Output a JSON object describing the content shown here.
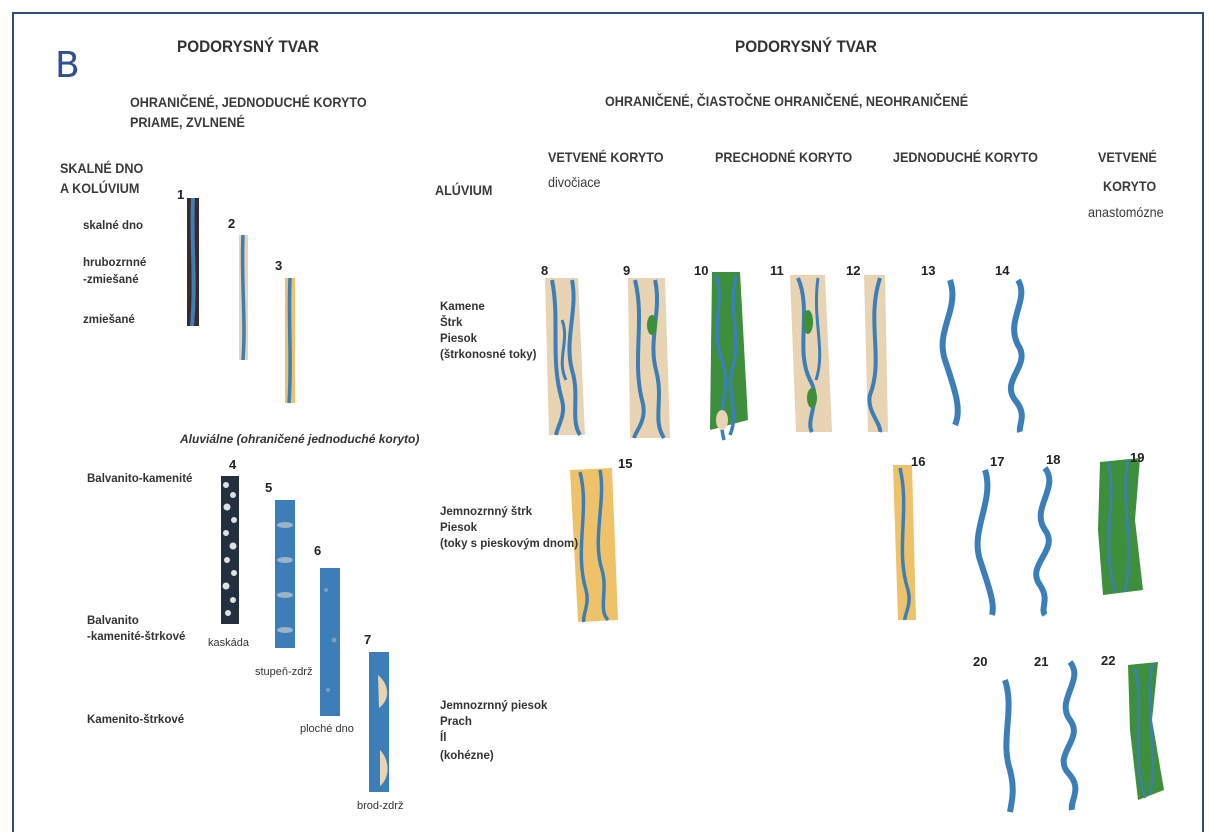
{
  "panel_letter": "B",
  "left": {
    "title": "PODORYSNÝ TVAR",
    "subtitle_line1": "OHRANIČENÉ, JEDNODUCHÉ KORYTO",
    "subtitle_line2": "PRIAME, ZVLNENÉ",
    "row_header_line1": "SKALNÉ DNO",
    "row_header_line2": "A KOLÚVIUM",
    "rows": [
      "skalné dno",
      "hrubozrnné",
      "-zmiešané",
      "zmiešané"
    ],
    "alluvial_caption": "Aluviálne (ohraničené jednoduché koryto)",
    "alluvial_rows": [
      "Balvanito-kamenité",
      "Balvanito",
      "-kamenité-štrkové",
      "Kamenito-štrkové"
    ],
    "channel_labels": [
      "kaskáda",
      "stupeň-zdrž",
      "ploché dno",
      "brod-zdrž"
    ]
  },
  "right": {
    "title": "PODORYSNÝ TVAR",
    "subtitle": "OHRANIČENÉ, ČIASTOČNE OHRANIČENÉ, NEOHRANIČENÉ",
    "alluvium": "ALÚVIUM",
    "col_vetvene": "VETVENÉ KORYTO",
    "col_vetvene_sub": "divočiace",
    "col_prechodne": "PRECHODNÉ KORYTO",
    "col_jednoduche": "JEDNODUCHÉ KORYTO",
    "col_vetvene2_line1": "VETVENÉ",
    "col_vetvene2_line2": "KORYTO",
    "col_vetvene2_sub": "anastomózne",
    "row1": [
      "Kamene",
      "Štrk",
      "Piesok",
      "(štrkonosné toky)"
    ],
    "row2": [
      "Jemnozrnný štrk",
      "Piesok",
      "(toky s pieskovým dnom)"
    ],
    "row3": [
      "Jemnozrnný piesok",
      "Prach",
      "Íl",
      "(kohézne)"
    ]
  },
  "numbers": [
    "1",
    "2",
    "3",
    "4",
    "5",
    "6",
    "7",
    "8",
    "9",
    "10",
    "11",
    "12",
    "13",
    "14",
    "15",
    "16",
    "17",
    "18",
    "19",
    "20",
    "21",
    "22"
  ],
  "colors": {
    "water": "#3c7fb8",
    "sand": "#e8d3b3",
    "fine_sand": "#efc26a",
    "vegetation": "#3d8f3c",
    "bedrock": "#3a2a2a",
    "frame": "#2f4f7a",
    "letter": "#2f4f8f"
  }
}
